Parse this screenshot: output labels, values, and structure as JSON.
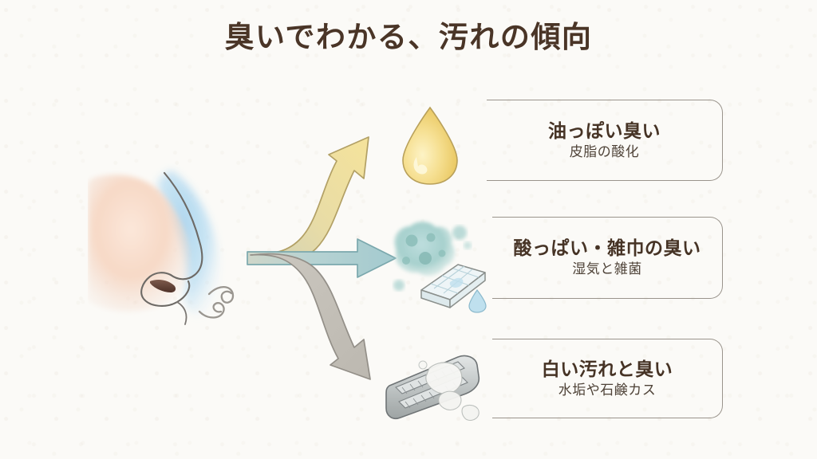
{
  "slide": {
    "background_color": "#fbfaf7",
    "title": "臭いでわかる、汚れの傾向",
    "title_color": "#4a3527"
  },
  "illustrations": {
    "nose": {
      "name": "nose-illustration",
      "description": "側面から見た鼻のイラスト",
      "skin_color": "#f6d9c8",
      "shade_color": "#bcdcf0",
      "outline_color": "#6a6a68",
      "scent_swirl_color": "#9a9690"
    },
    "oil_drop": {
      "name": "oil-drop-icon",
      "description": "油の滴",
      "fill_color": "#f2d98a",
      "outline_color": "#b8a05a"
    },
    "mold_cloth": {
      "name": "mold-cloth-icon",
      "description": "カビと雑巾",
      "mold_color": "#8fc2bf",
      "cloth_color": "#e9f2f4",
      "outline_color": "#8a8f8c"
    },
    "shaver": {
      "name": "shaver-scale-icon",
      "description": "シェーバーと白い汚れ",
      "body_color": "#c9cdcd",
      "scale_color": "#f4f4f2",
      "outline_color": "#7b7f80"
    }
  },
  "arrows": [
    {
      "name": "arrow-to-oil",
      "direction": "up-right",
      "fill_color": "#f0dd9a",
      "outline_color": "#b8a468"
    },
    {
      "name": "arrow-to-sour",
      "direction": "right",
      "fill_color": "#a8cdd0",
      "outline_color": "#7ba8ad"
    },
    {
      "name": "arrow-to-scale",
      "direction": "down-right",
      "fill_color": "#c6c2bb",
      "outline_color": "#938f88"
    }
  ],
  "cards": [
    {
      "id": "oil",
      "title": "油っぽい臭い",
      "subtitle": "皮脂の酸化",
      "border_color": "#9a948c"
    },
    {
      "id": "sour",
      "title": "酸っぱい・雑巾の臭い",
      "subtitle": "湿気と雑菌",
      "border_color": "#9a948c"
    },
    {
      "id": "scale",
      "title": "白い汚れと臭い",
      "subtitle": "水垢や石鹸カス",
      "border_color": "#9a948c"
    }
  ]
}
